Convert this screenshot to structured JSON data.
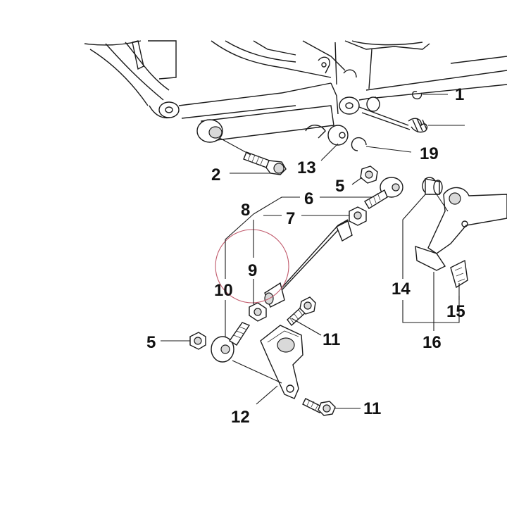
{
  "labels": {
    "l1": "1",
    "l2": "2",
    "l5a": "5",
    "l5b": "5",
    "l6": "6",
    "l7": "7",
    "l8": "8",
    "l9": "9",
    "l10": "10",
    "l11a": "11",
    "l11b": "11",
    "l12": "12",
    "l13": "13",
    "l14": "14",
    "l15": "15",
    "l16": "16",
    "l19": "19"
  },
  "colors": {
    "line": "#1a1a1a",
    "highlight_circle": "#c0586a",
    "background": "#ffffff"
  }
}
